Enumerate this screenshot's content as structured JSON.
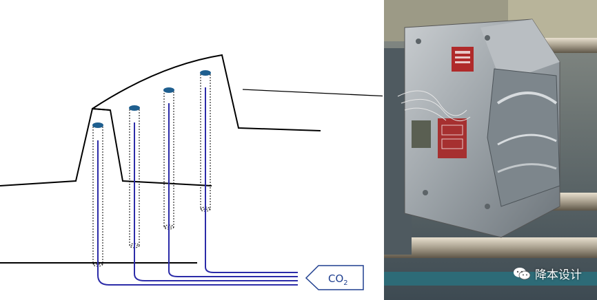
{
  "co2_label": {
    "main": "CO",
    "sub": "2"
  },
  "watermark": {
    "text": "降本设计",
    "icon": "wechat-icon"
  },
  "colors": {
    "tube_line": "#2b2ba8",
    "cap": "#1f5f8f",
    "outline": "#000000",
    "co2_text": "#1f3f8f",
    "co2_border": "#1f3f8f"
  },
  "tubes_count": 4
}
